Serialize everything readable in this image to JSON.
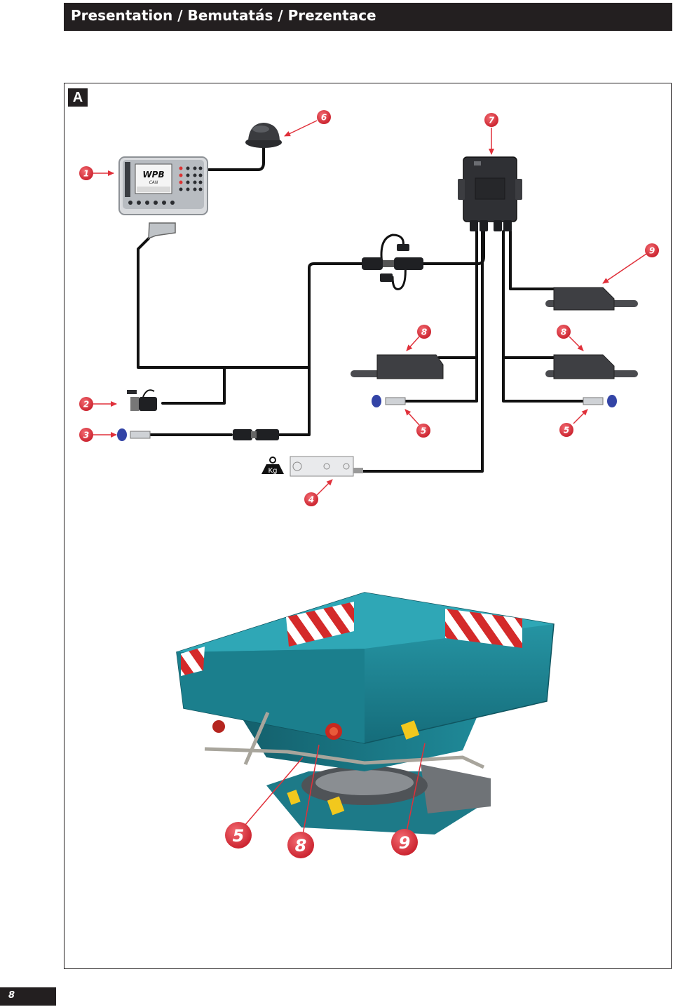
{
  "header": {
    "title": "Presentation / Bemutatás / Prezentace"
  },
  "panel": {
    "label": "A"
  },
  "console": {
    "brand": "WPB",
    "sub": "CAN"
  },
  "weight_symbol": "Kg",
  "callouts": {
    "c1": "1",
    "c2": "2",
    "c3": "3",
    "c4": "4",
    "c5a": "5",
    "c5b": "5",
    "c6": "6",
    "c7": "7",
    "c8a": "8",
    "c8b": "8",
    "c9": "9",
    "p5": "5",
    "p8": "8",
    "p9": "9"
  },
  "footer": {
    "page_number": "8"
  },
  "colors": {
    "callout_red": "#e0303a",
    "cable": "#111111",
    "machine_teal": "#1f8a99",
    "hazard_red": "#d42a2a",
    "dark": "#231f20"
  }
}
